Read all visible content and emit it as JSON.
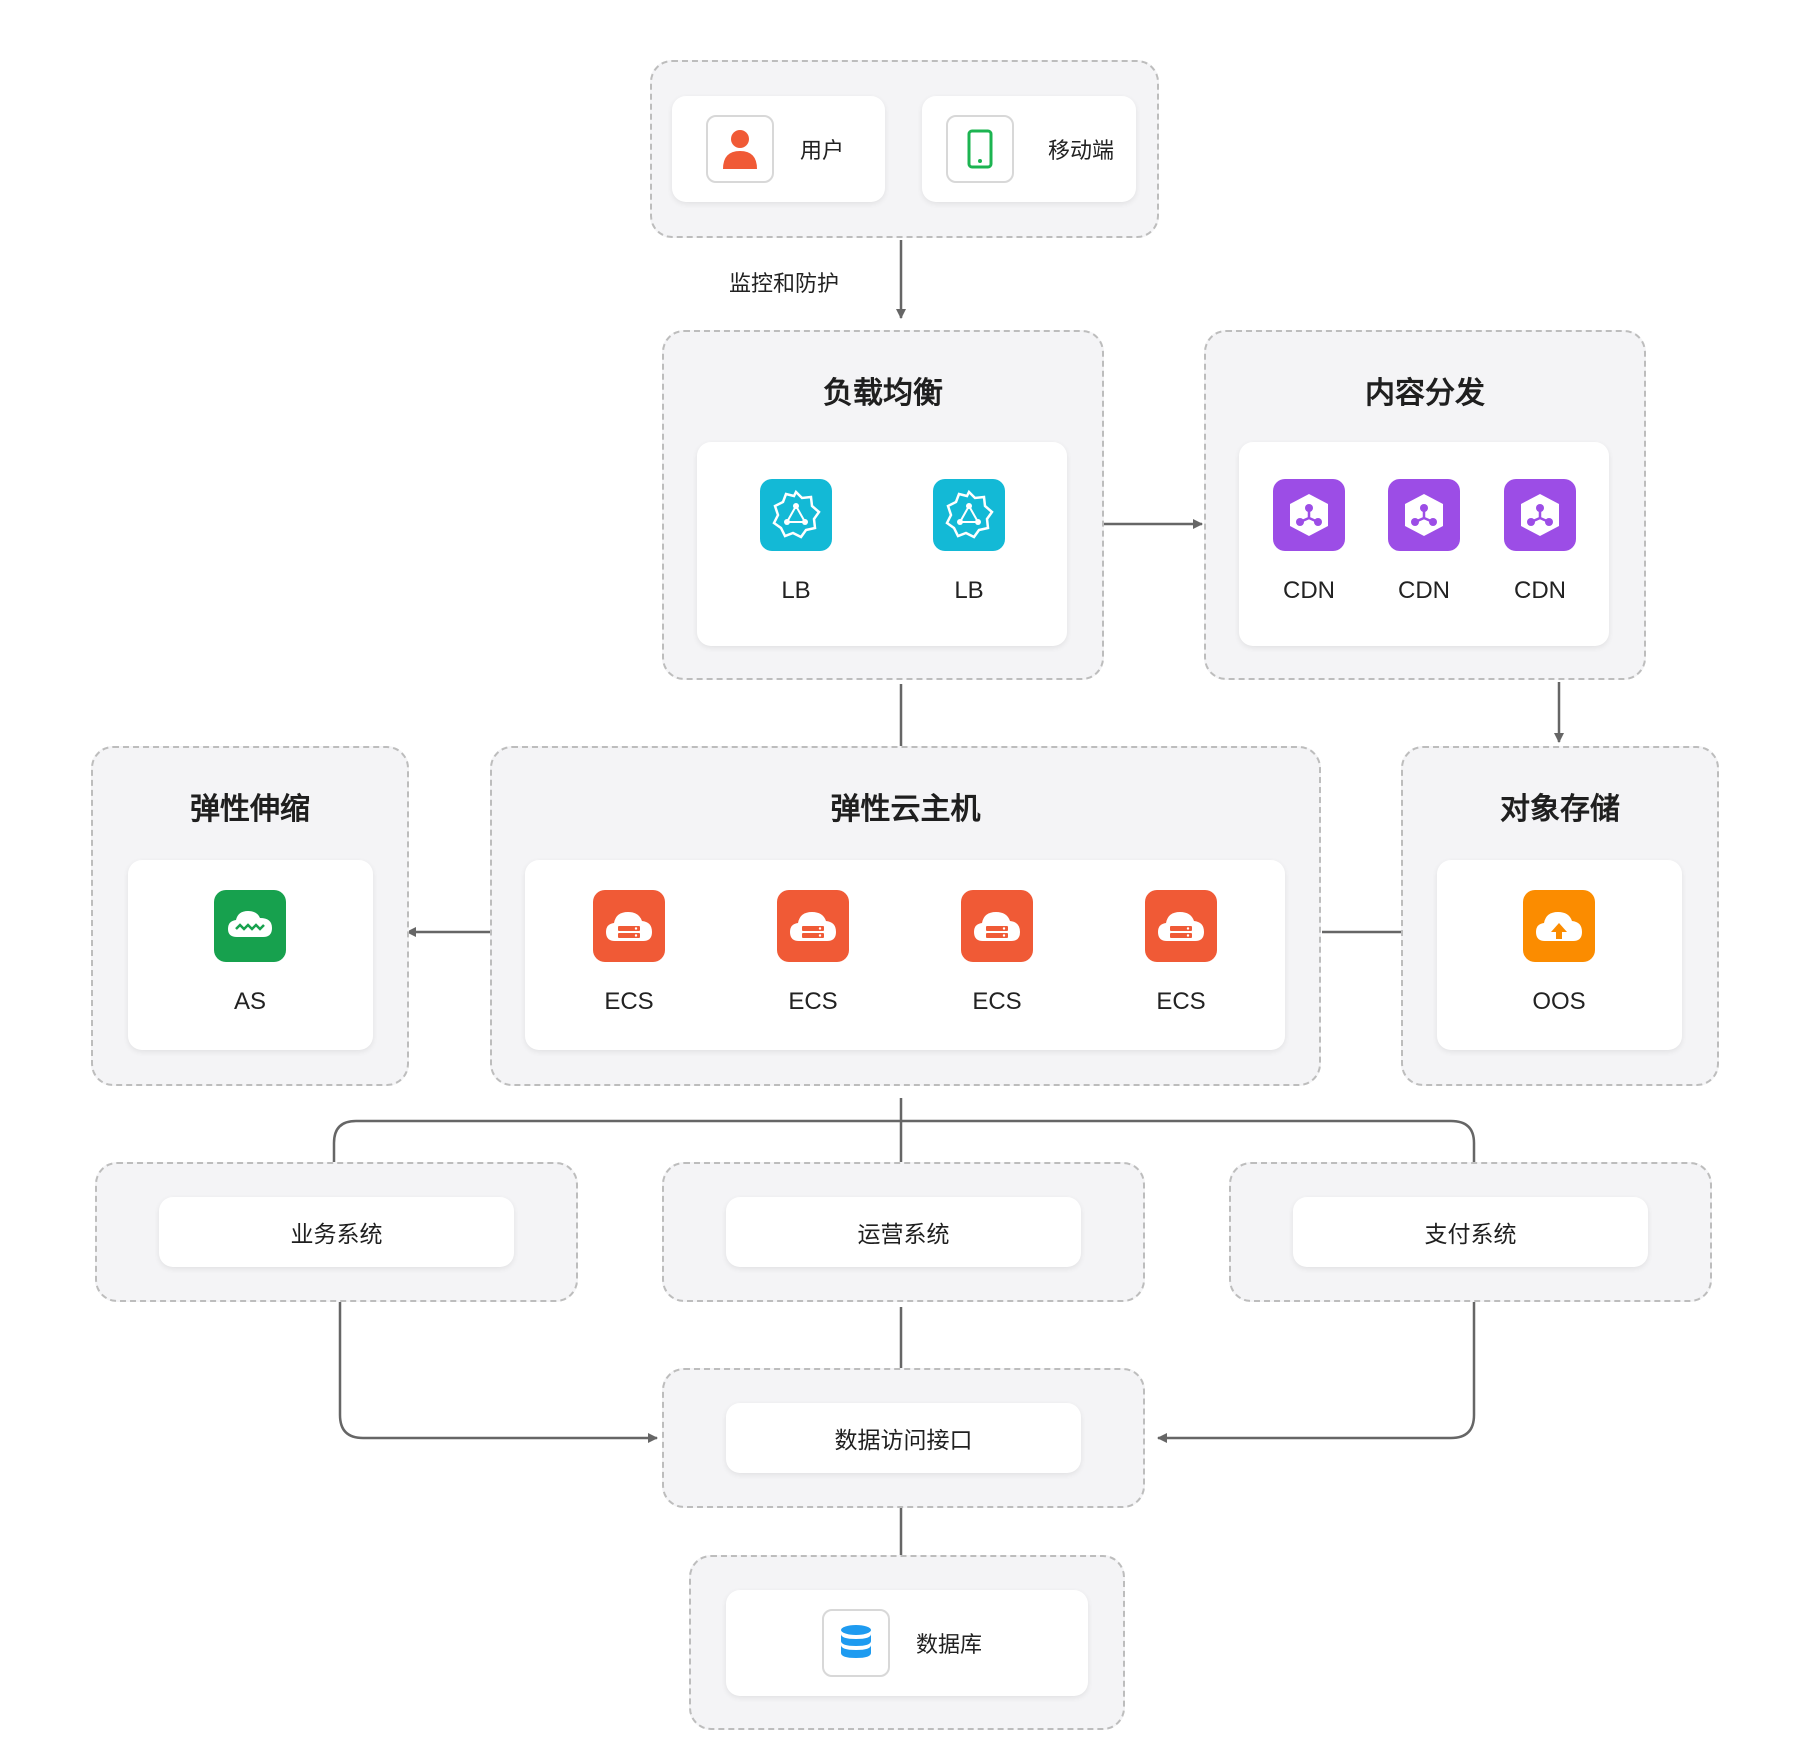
{
  "clients": {
    "user": {
      "label": "用户",
      "icon": "user-icon"
    },
    "mobile": {
      "label": "移动端",
      "icon": "mobile-phone-icon"
    }
  },
  "edge_label": "监控和防护",
  "load_balance": {
    "title": "负载均衡",
    "nodes": [
      {
        "label": "LB",
        "icon": "load-balancer-icon"
      },
      {
        "label": "LB",
        "icon": "load-balancer-icon"
      }
    ]
  },
  "cdn": {
    "title": "内容分发",
    "nodes": [
      {
        "label": "CDN",
        "icon": "cdn-cube-icon"
      },
      {
        "label": "CDN",
        "icon": "cdn-cube-icon"
      },
      {
        "label": "CDN",
        "icon": "cdn-cube-icon"
      }
    ]
  },
  "autoscale": {
    "title": "弹性伸缩",
    "nodes": [
      {
        "label": "AS",
        "icon": "auto-scaling-icon"
      }
    ]
  },
  "ecs": {
    "title": "弹性云主机",
    "nodes": [
      {
        "label": "ECS",
        "icon": "cloud-server-icon"
      },
      {
        "label": "ECS",
        "icon": "cloud-server-icon"
      },
      {
        "label": "ECS",
        "icon": "cloud-server-icon"
      },
      {
        "label": "ECS",
        "icon": "cloud-server-icon"
      }
    ]
  },
  "storage": {
    "title": "对象存储",
    "nodes": [
      {
        "label": "OOS",
        "icon": "cloud-upload-icon"
      }
    ]
  },
  "systems": {
    "business": "业务系统",
    "operations": "运营系统",
    "payment": "支付系统"
  },
  "data_api": "数据访问接口",
  "database": {
    "label": "数据库",
    "icon": "database-icon"
  },
  "colors": {
    "user": "#f05a36",
    "mobile": "#1cb451",
    "lb": "#13b9d6",
    "cdn": "#9c4de6",
    "as": "#17a14e",
    "ecs": "#f05a36",
    "oos": "#fb8c00",
    "db": "#1e9bf0",
    "arrow": "#666666"
  }
}
